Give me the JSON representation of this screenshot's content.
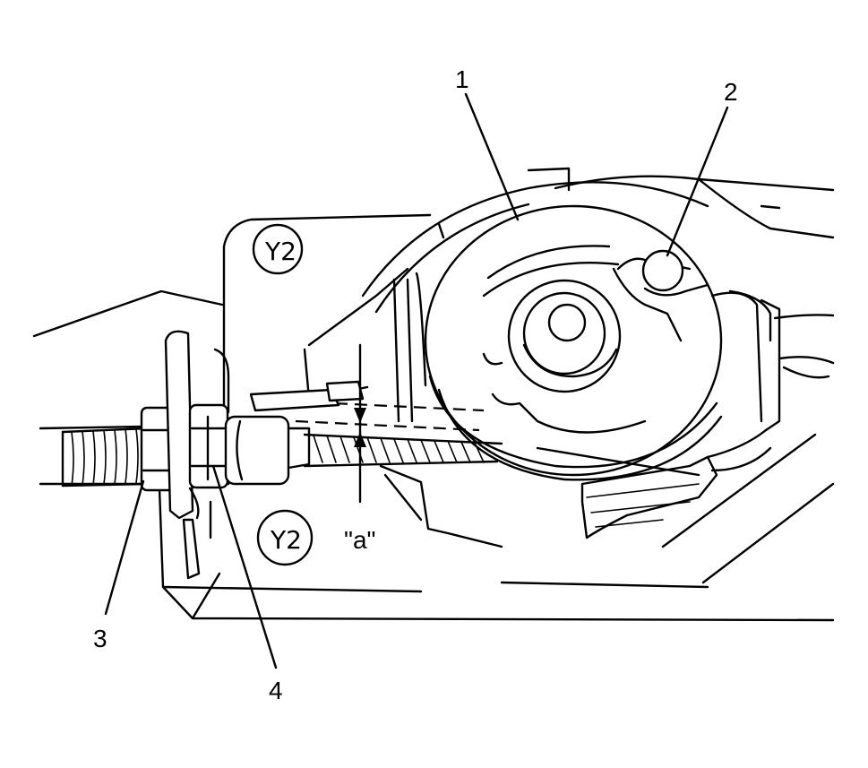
{
  "labels": {
    "callout_1": "1",
    "callout_2": "2",
    "callout_3": "3",
    "callout_4": "4",
    "dimension_a": "\"a\""
  }
}
